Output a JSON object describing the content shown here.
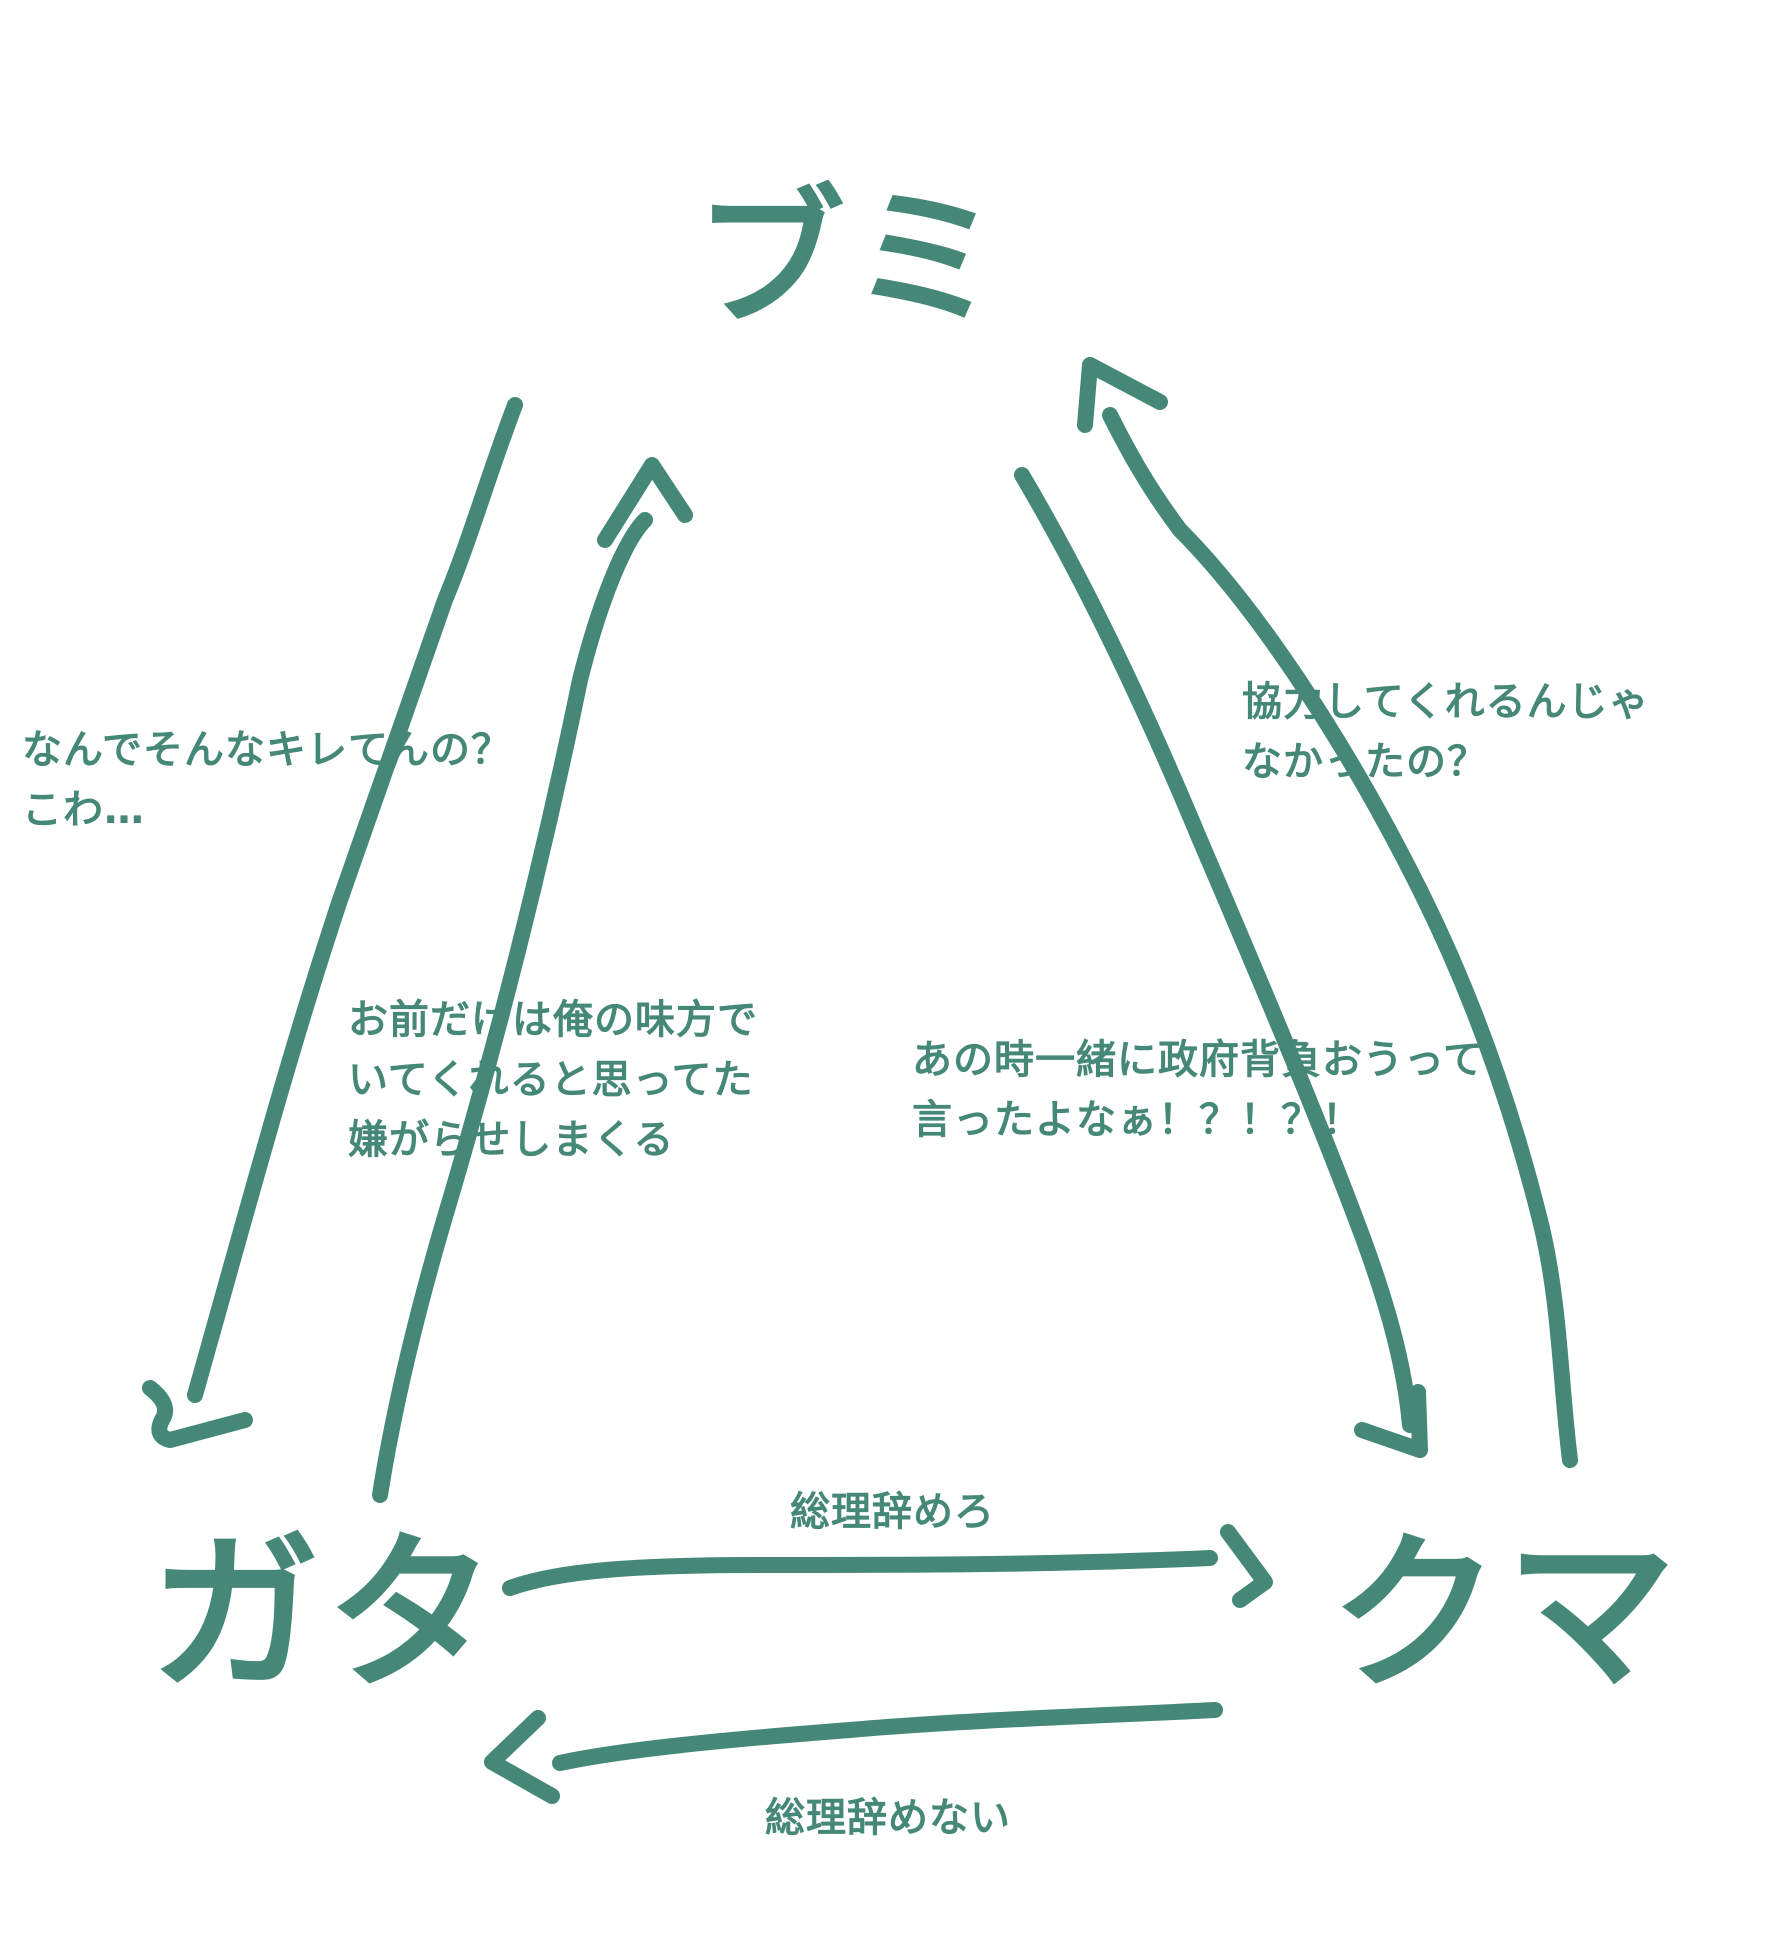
{
  "colors": {
    "ink": "#458878",
    "background": "#ffffff"
  },
  "nodes": {
    "top": "ブミ",
    "left": "ガタ",
    "right": "クマ"
  },
  "edges": {
    "top_to_left": [
      "なんでそんなキレてんの？",
      "こわ…"
    ],
    "left_to_top": [
      "お前だけは俺の味方で",
      "いてくれると思ってた",
      "嫌がらせしまくる"
    ],
    "top_to_right": [
      "あの時一緒に政府背負おうって",
      "言ったよなぁ！？！？！"
    ],
    "right_to_top": [
      "協力してくれるんじゃ",
      "なかったの？"
    ],
    "left_to_right": "総理辞めろ",
    "right_to_left": "総理辞めない"
  }
}
